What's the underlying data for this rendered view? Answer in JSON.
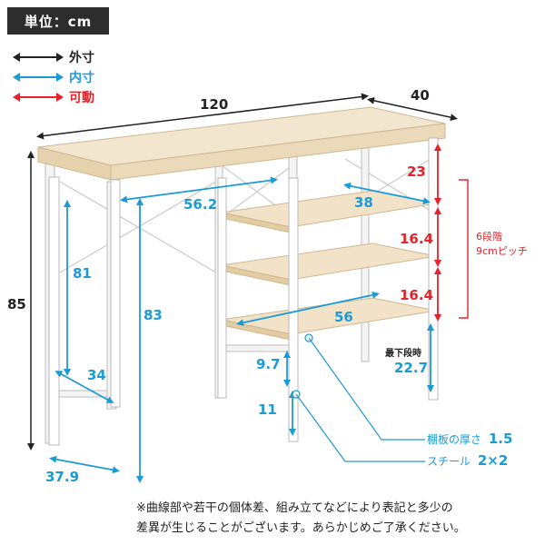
{
  "unit_label": "単位：cm",
  "legend": [
    {
      "text": "外寸",
      "color": "#222222"
    },
    {
      "text": "内寸",
      "color": "#1a9bd7"
    },
    {
      "text": "可動",
      "color": "#e8222a"
    }
  ],
  "dimensions": {
    "width": "120",
    "depth": "40",
    "height": "85",
    "inner_width_desk": "56.2",
    "inner_height_left": "81",
    "inner_height_desk": "83",
    "inner_depth_side": "34",
    "inner_depth_bottom": "37.9",
    "shelf_depth": "38",
    "shelf_width": "56",
    "bottom_shelf_height": "9.7",
    "foot_height": "11",
    "top_gap": "23",
    "shelf_gap_1": "16.4",
    "shelf_gap_2": "16.4",
    "lowest_shelf_height": "22.7"
  },
  "annotations": {
    "adjust_steps": "6段階",
    "adjust_pitch": "9cmピッチ",
    "lowest_shelf_caption": "最下段時",
    "board_thickness_label": "棚板の厚さ",
    "board_thickness_value": "1.5",
    "steel_label": "スチール",
    "steel_value": "2×2"
  },
  "notes": {
    "line1": "※曲線部や若干の個体差、組み立てなどにより表記と多少の",
    "line2": "差異が生じることがございます。あらかじめご了承ください。"
  }
}
